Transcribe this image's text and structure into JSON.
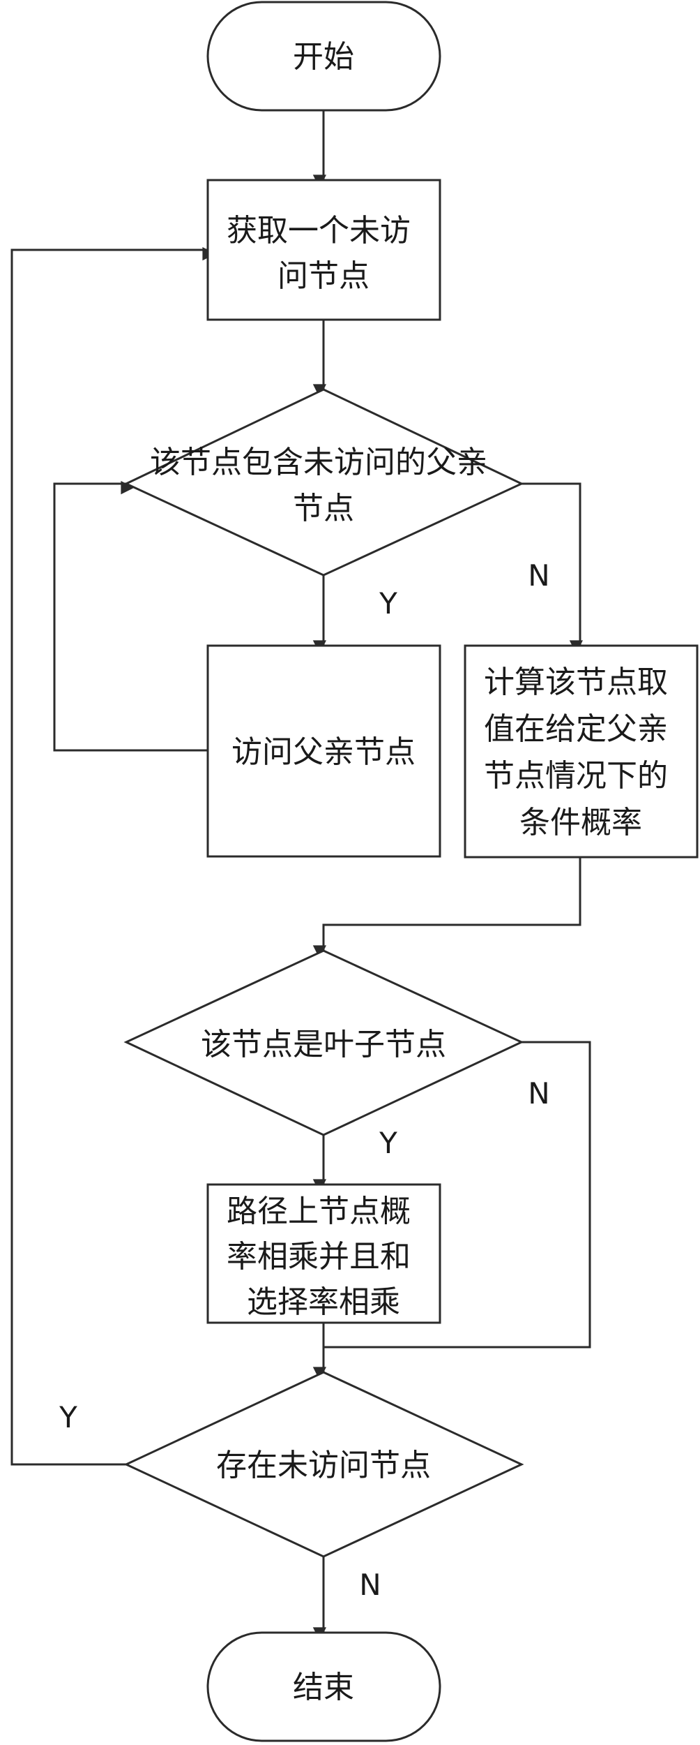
{
  "nodes": {
    "start": {
      "lines": [
        "开始"
      ]
    },
    "get_unvisited": {
      "lines": [
        "获取一个未访",
        "问节点"
      ]
    },
    "has_unvisited_parent": {
      "lines": [
        "该节点包含未访问的父亲",
        "节点"
      ]
    },
    "visit_parent": {
      "lines": [
        "访问父亲节点"
      ]
    },
    "compute_prob": {
      "lines": [
        "计算该节点取",
        "值在给定父亲",
        "节点情况下的",
        "条件概率"
      ]
    },
    "is_leaf": {
      "lines": [
        "该节点是叶子节点"
      ]
    },
    "multiply": {
      "lines": [
        "路径上节点概",
        "率相乘并且和",
        "选择率相乘"
      ]
    },
    "exists_unvisited": {
      "lines": [
        "存在未访问节点"
      ]
    },
    "end": {
      "lines": [
        "结束"
      ]
    }
  },
  "edge_labels": {
    "parent_yes": "Y",
    "parent_no": "N",
    "leaf_yes": "Y",
    "leaf_no": "N",
    "exists_yes": "Y",
    "exists_no": "N"
  },
  "colors": {
    "stroke": "#2b2b2b",
    "text": "#1a1a1a",
    "background": "#ffffff"
  }
}
